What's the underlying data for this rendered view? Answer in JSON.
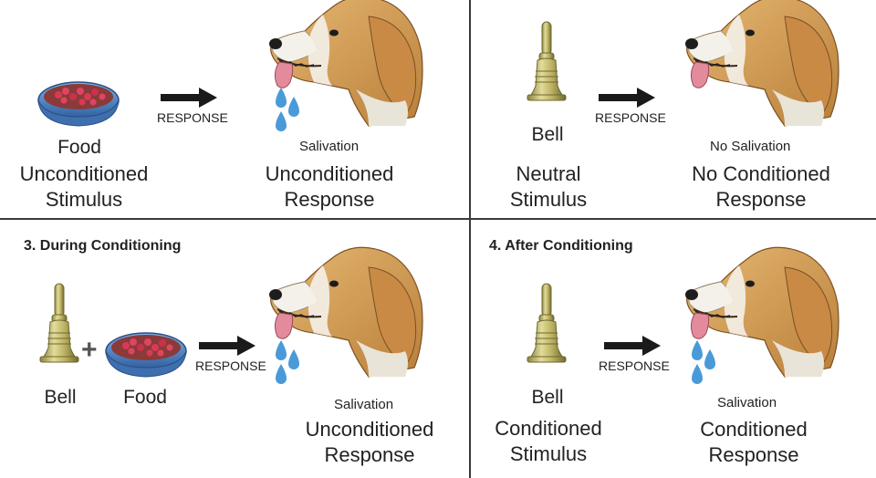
{
  "panel1": {
    "item_label": "Food",
    "stimulus_line1": "Unconditioned",
    "stimulus_line2": "Stimulus",
    "arrow_label": "RESPONSE",
    "outcome_label": "Salivation",
    "response_line1": "Unconditioned",
    "response_line2": "Response"
  },
  "panel2": {
    "item_label": "Bell",
    "stimulus_line1": "Neutral",
    "stimulus_line2": "Stimulus",
    "arrow_label": "RESPONSE",
    "outcome_label": "No Salivation",
    "response_line1": "No Conditioned",
    "response_line2": "Response"
  },
  "panel3": {
    "heading": "3. During Conditioning",
    "bell_label": "Bell",
    "plus": "+",
    "food_label": "Food",
    "arrow_label": "RESPONSE",
    "outcome_label": "Salivation",
    "response_line1": "Unconditioned",
    "response_line2": "Response"
  },
  "panel4": {
    "heading": "4. After Conditioning",
    "item_label": "Bell",
    "stimulus_line1": "Conditioned",
    "stimulus_line2": "Stimulus",
    "arrow_label": "RESPONSE",
    "outcome_label": "Salivation",
    "response_line1": "Conditioned",
    "response_line2": "Response"
  },
  "colors": {
    "divider": "#3a3a3a",
    "dog_fur": "#d9a55a",
    "dog_white": "#f4f1ea",
    "bell": "#b7ad5e",
    "bowl": "#4f7fc0",
    "food": "#c8324a",
    "drop": "#4a9ad8",
    "arrow": "#1a1a1a"
  },
  "icons": [
    "food-bowl-icon",
    "bell-icon",
    "dog-head-icon",
    "saliva-drops-icon",
    "arrow-right-icon"
  ]
}
